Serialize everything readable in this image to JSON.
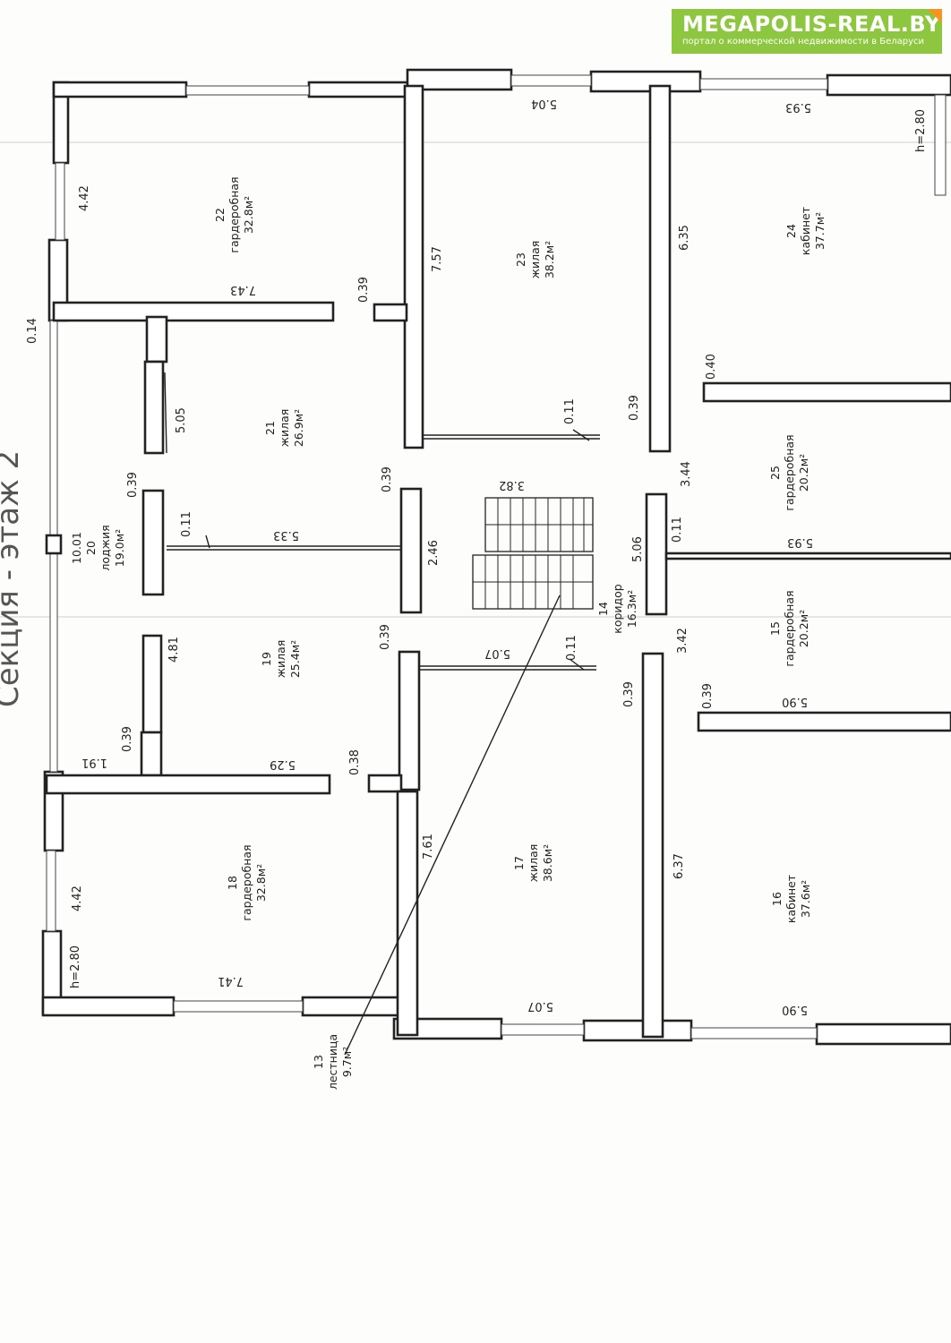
{
  "watermark": {
    "title": "MEGAPOLIS-REAL.BY",
    "subtitle": "портал о коммерческой недвижимости в Беларуси",
    "color": "#8dc63f",
    "corner_color": "#f7931e"
  },
  "plan": {
    "title": "Секция - этаж 2",
    "rooms": [
      {
        "num": "22",
        "name": "гардеробная",
        "area": "32.8м²"
      },
      {
        "num": "23",
        "name": "жилая",
        "area": "38.2м²"
      },
      {
        "num": "24",
        "name": "кабинет",
        "area": "37.7м²"
      },
      {
        "num": "21",
        "name": "жилая",
        "area": "26.9м²"
      },
      {
        "num": "25",
        "name": "гардеробная",
        "area": "20.2м²"
      },
      {
        "num": "20",
        "name": "лоджия",
        "area": "19.0м²"
      },
      {
        "num": "14",
        "name": "коридор",
        "area": "16.3м²"
      },
      {
        "num": "19",
        "name": "жилая",
        "area": "25.4м²"
      },
      {
        "num": "15",
        "name": "гардеробная",
        "area": "20.2м²"
      },
      {
        "num": "18",
        "name": "гардеробная",
        "area": "32.8м²"
      },
      {
        "num": "17",
        "name": "жилая",
        "area": "38.6м²"
      },
      {
        "num": "16",
        "name": "кабинет",
        "area": "37.6м²"
      },
      {
        "num": "13",
        "name": "лестница",
        "area": "9.7м²"
      }
    ],
    "loggia_extra": "10.01",
    "dimensions": {
      "d_4_42_top": "4.42",
      "d_7_43": "7.43",
      "d_0_39_a": "0.39",
      "d_7_57": "7.57",
      "d_5_04": "5.04",
      "d_6_35": "6.35",
      "d_5_93_top": "5.93",
      "d_h_top": "h=2.80",
      "d_0_14": "0.14",
      "d_5_05": "5.05",
      "d_0_11_a": "0.11",
      "d_0_39_b": "0.39",
      "d_0_40": "0.40",
      "d_0_39_c": "0.39",
      "d_0_39_d": "0.39",
      "d_0_11_b": "0.11",
      "d_5_33": "5.33",
      "d_0_39_e": "0.39",
      "d_3_82": "3.82",
      "d_2_46": "2.46",
      "d_3_44": "3.44",
      "d_5_06": "5.06",
      "d_0_11_c": "0.11",
      "d_5_93_mid": "5.93",
      "d_4_81": "4.81",
      "d_0_39_f": "0.39",
      "d_5_07_mid": "5.07",
      "d_0_11_d": "0.11",
      "d_3_42": "3.42",
      "d_0_39_g": "0.39",
      "d_0_39_h": "0.39",
      "d_5_90_mid": "5.90",
      "d_0_39_i": "0.39",
      "d_1_91": "1.91",
      "d_5_29": "5.29",
      "d_0_38": "0.38",
      "d_7_61": "7.61",
      "d_6_37": "6.37",
      "d_4_42_bot": "4.42",
      "d_h_bot": "h=2.80",
      "d_7_41": "7.41",
      "d_5_07_bot": "5.07",
      "d_5_90_bot": "5.90"
    }
  }
}
